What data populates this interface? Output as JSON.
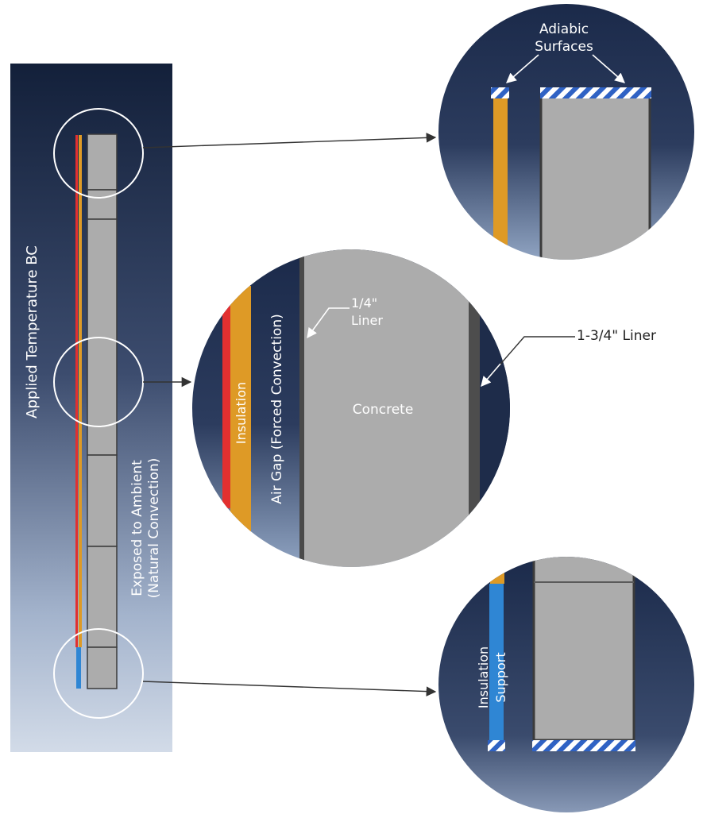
{
  "labels": {
    "applied_bc": "Applied Temperature BC",
    "exposed_line1": "Exposed to Ambient",
    "exposed_line2": "(Natural Convection)",
    "adiabic_line1": "Adiabic",
    "adiabic_line2": "Surfaces",
    "insulation": "Insulation",
    "air_gap": "Air Gap (Forced Convection)",
    "liner_quarter_line1": "1/4\"",
    "liner_quarter_line2": "Liner",
    "liner_thick": "1-3/4\" Liner",
    "concrete": "Concrete",
    "insulation_support_line1": "Insulation",
    "insulation_support_line2": "Support"
  },
  "colors": {
    "panel_dark": "#13203a",
    "panel_light": "#c6d1e2",
    "concrete": "#acacac",
    "insulation": "#de9a26",
    "applied_bc": "#e23030",
    "insulation_support": "#2f86d4",
    "adiabatic_hatch": "#2f62c4"
  }
}
